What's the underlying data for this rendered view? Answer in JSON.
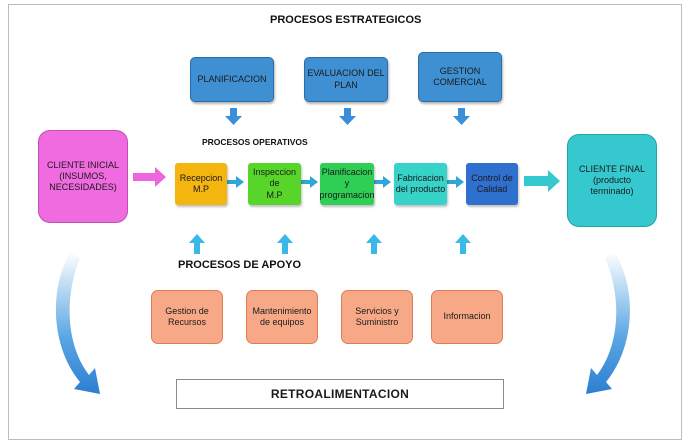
{
  "headings": {
    "strategic": "PROCESOS ESTRATEGICOS",
    "operative": "PROCESOS OPERATIVOS",
    "support": "PROCESOS DE APOYO"
  },
  "client_start": {
    "label": "CLIENTE INICIAL\n(INSUMOS,\nNECESIDADES)",
    "color": "#f06ae0"
  },
  "client_end": {
    "label": "CLIENTE FINAL\n(producto\nterminado)",
    "color": "#35c9cf"
  },
  "strategic": [
    {
      "label": "PLANIFICACION"
    },
    {
      "label": "EVALUACION DEL\nPLAN"
    },
    {
      "label": "GESTION\nCOMERCIAL"
    }
  ],
  "operative": [
    {
      "label": "Recepcion\nM.P",
      "color": "#f5b50f"
    },
    {
      "label": "Inspeccion de\nM.P",
      "color": "#57d629"
    },
    {
      "label": "Planificacion y\nprogramacion",
      "color": "#2fcf55"
    },
    {
      "label": "Fabricacion\ndel producto",
      "color": "#37d3c9"
    },
    {
      "label": "Control de\nCalidad",
      "color": "#2f6fce"
    }
  ],
  "support": [
    {
      "label": "Gestion de\nRecursos"
    },
    {
      "label": "Mantenimiento\nde equipos"
    },
    {
      "label": "Servicios y\nSuministro"
    },
    {
      "label": "Informacion"
    }
  ],
  "feedback": {
    "label": "RETROALIMENTACION"
  },
  "colors": {
    "arrow": "#3a8fd8",
    "pink_arrow": "#ee66dd"
  }
}
